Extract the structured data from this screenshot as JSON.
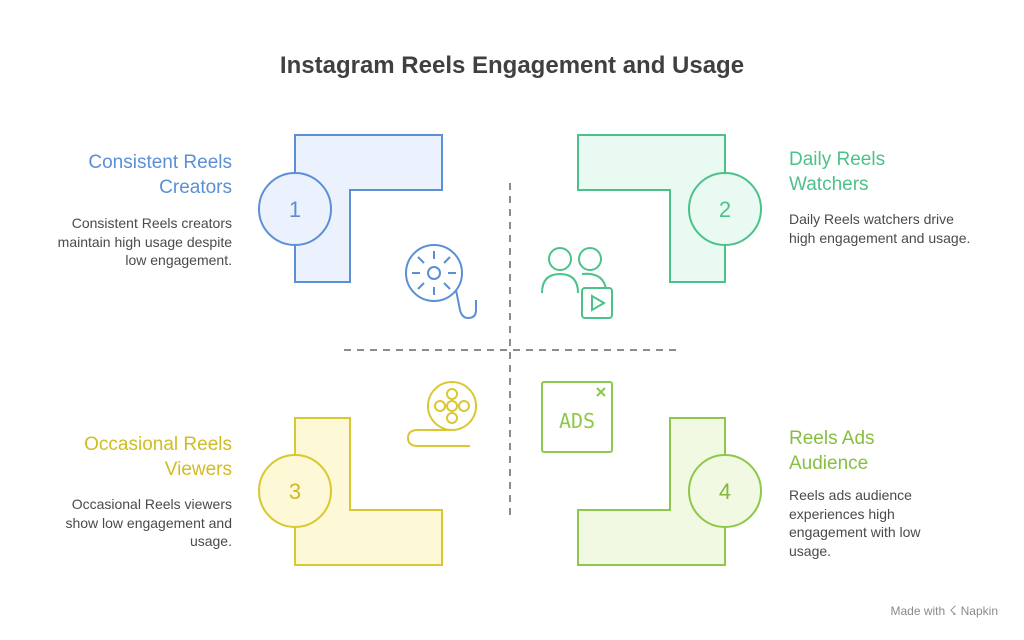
{
  "title": "Instagram Reels Engagement and Usage",
  "quadrants": [
    {
      "number": "1",
      "heading": "Consistent Reels Creators",
      "description": "Consistent Reels creators maintain high usage despite low engagement.",
      "icon": "film-reel-icon",
      "color": "#5b8fd6"
    },
    {
      "number": "2",
      "heading": "Daily Reels Watchers",
      "description": "Daily Reels watchers drive high engagement and usage.",
      "icon": "users-video-icon",
      "color": "#4cc28a"
    },
    {
      "number": "3",
      "heading": "Occasional Reels Viewers",
      "description": "Occasional Reels viewers show low engagement and usage.",
      "icon": "film-reel-tape-icon",
      "color": "#d8c832"
    },
    {
      "number": "4",
      "heading": "Reels Ads Audience",
      "description": "Reels ads audience experiences high engagement with low usage.",
      "icon": "ads-icon",
      "color": "#8ec84a"
    }
  ],
  "ads_label": "ADS",
  "footer": {
    "made_with": "Made with",
    "brand": "Napkin"
  }
}
